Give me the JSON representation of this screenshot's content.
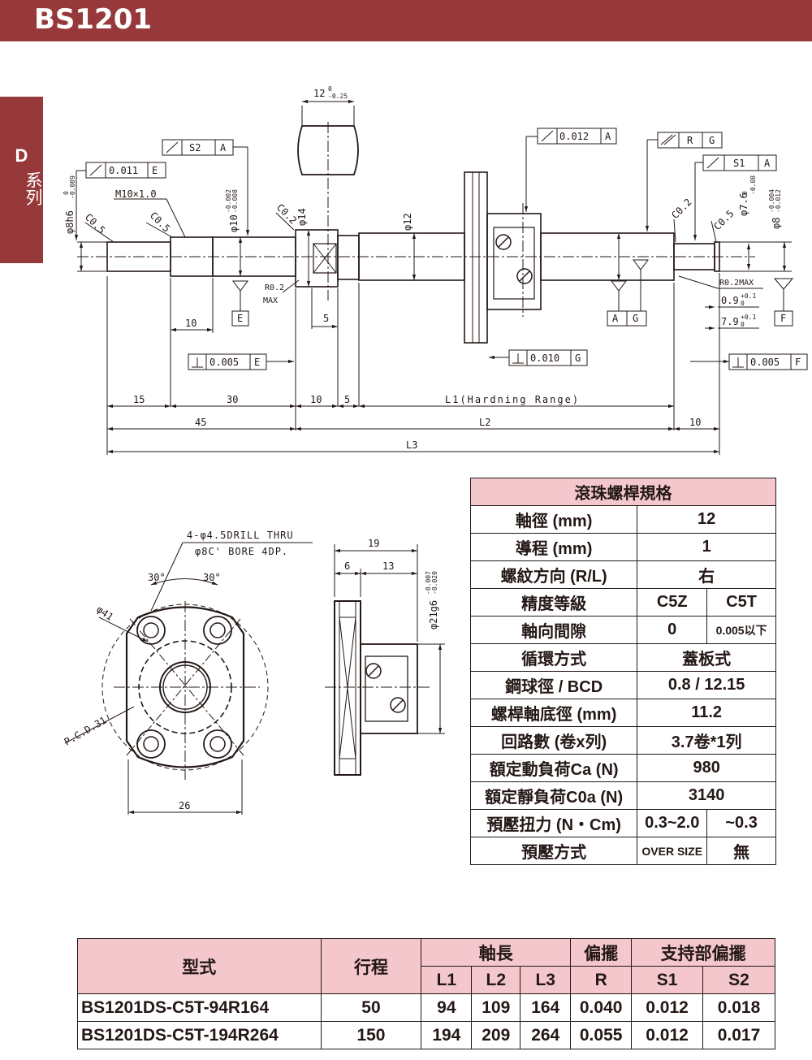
{
  "header": {
    "title": "BS1201"
  },
  "side_tab": {
    "letter": "D",
    "word": "系列"
  },
  "drawing_labels": {
    "tol_s2": "S2",
    "datum_a": "A",
    "tol_0011": "0.011",
    "datum_e": "E",
    "tol_0012": "0.012",
    "tol_r": "R",
    "datum_g": "G",
    "tol_s1": "S1",
    "tol_0005_e": "0.005",
    "tol_0010_g": "0.010",
    "tol_0005_f": "0.005",
    "datum_f": "F",
    "thread": "M10×1.0",
    "dia8h6": "φ8h6",
    "dia8h6_tol": "-0.009",
    "dia8h6_tol0": "0",
    "dia10": "φ10",
    "dia10_tol1": "-0.002",
    "dia10_tol2": "-0.008",
    "dia14": "φ14",
    "dia12": "φ12",
    "dia76": "φ7.6",
    "dia76_tol0": "0",
    "dia76_tol": "-0.08",
    "dia8_r": "φ8",
    "dia8_r_tol1": "-0.004",
    "dia8_r_tol2": "-0.012",
    "c05a": "C0.5",
    "c05b": "C0.5",
    "c02a": "C0.2",
    "c02b": "C0.2",
    "c05c": "C0.5",
    "r02": "R0.2",
    "max": "MAX",
    "r02max": "R0.2MAX",
    "w12": "12",
    "w12_tol0": "0",
    "w12_tol": "-0.25",
    "d09": "0.9",
    "d09_tol": "+0.1",
    "d09_tol0": "0",
    "d79": "7.9",
    "d79_tol": "+0.1",
    "d79_tol0": "0",
    "dim10a": "10",
    "dim5a": "5",
    "dim15": "15",
    "dim30": "30",
    "dim10b": "10",
    "dim5b": "5",
    "l1": "L1(Hardning Range)",
    "dim45": "45",
    "l2": "L2",
    "dim10c": "10",
    "l3": "L3",
    "drill": "4-φ4.5DRILL THRU",
    "bore": "φ8C' BORE 4DP.",
    "ang30a": "30°",
    "ang30b": "30°",
    "dia41": "φ41",
    "pcd": "P.C.D.31",
    "dim26": "26",
    "dim19": "19",
    "dim6": "6",
    "dim13": "13",
    "dia21g6": "φ21g6",
    "dia21g6_tol1": "-0.007",
    "dia21g6_tol2": "-0.020"
  },
  "spec_table": {
    "title": "滾珠螺桿規格",
    "rows": [
      {
        "label": "軸徑 (mm)",
        "value": "12"
      },
      {
        "label": "導程 (mm)",
        "value": "1"
      },
      {
        "label": "螺紋方向 (R/L)",
        "value": "右"
      },
      {
        "label": "精度等級",
        "v1": "C5Z",
        "v2": "C5T"
      },
      {
        "label": "軸向間隙",
        "v1": "0",
        "v2": "0.005以下"
      },
      {
        "label": "循環方式",
        "value": "蓋板式"
      },
      {
        "label": "鋼球徑 / BCD",
        "value": "0.8 / 12.15"
      },
      {
        "label": "螺桿軸底徑 (mm)",
        "value": "11.2"
      },
      {
        "label": "回路數 (卷x列)",
        "value": "3.7卷*1列"
      },
      {
        "label": "額定動負荷Ca (N)",
        "value": "980"
      },
      {
        "label": "額定靜負荷C0a (N)",
        "value": "3140"
      },
      {
        "label": "預壓扭力 (N・Cm)",
        "v1": "0.3~2.0",
        "v2": "~0.3"
      },
      {
        "label": "預壓方式",
        "v1": "OVER SIZE",
        "v2": "無"
      }
    ]
  },
  "model_table": {
    "headers": {
      "model": "型式",
      "stroke": "行程",
      "shaft_length": "軸長",
      "runout": "偏擺",
      "support_runout": "支持部偏擺",
      "l1": "L1",
      "l2": "L2",
      "l3": "L3",
      "r": "R",
      "s1": "S1",
      "s2": "S2"
    },
    "rows": [
      {
        "model": "BS1201DS-C5T-94R164",
        "stroke": "50",
        "l1": "94",
        "l2": "109",
        "l3": "164",
        "r": "0.040",
        "s1": "0.012",
        "s2": "0.018"
      },
      {
        "model": "BS1201DS-C5T-194R264",
        "stroke": "150",
        "l1": "194",
        "l2": "209",
        "l3": "264",
        "r": "0.055",
        "s1": "0.012",
        "s2": "0.017"
      }
    ]
  },
  "colors": {
    "brand": "#97393a",
    "header_fill": "#f3c7cb",
    "ink": "#231815"
  }
}
